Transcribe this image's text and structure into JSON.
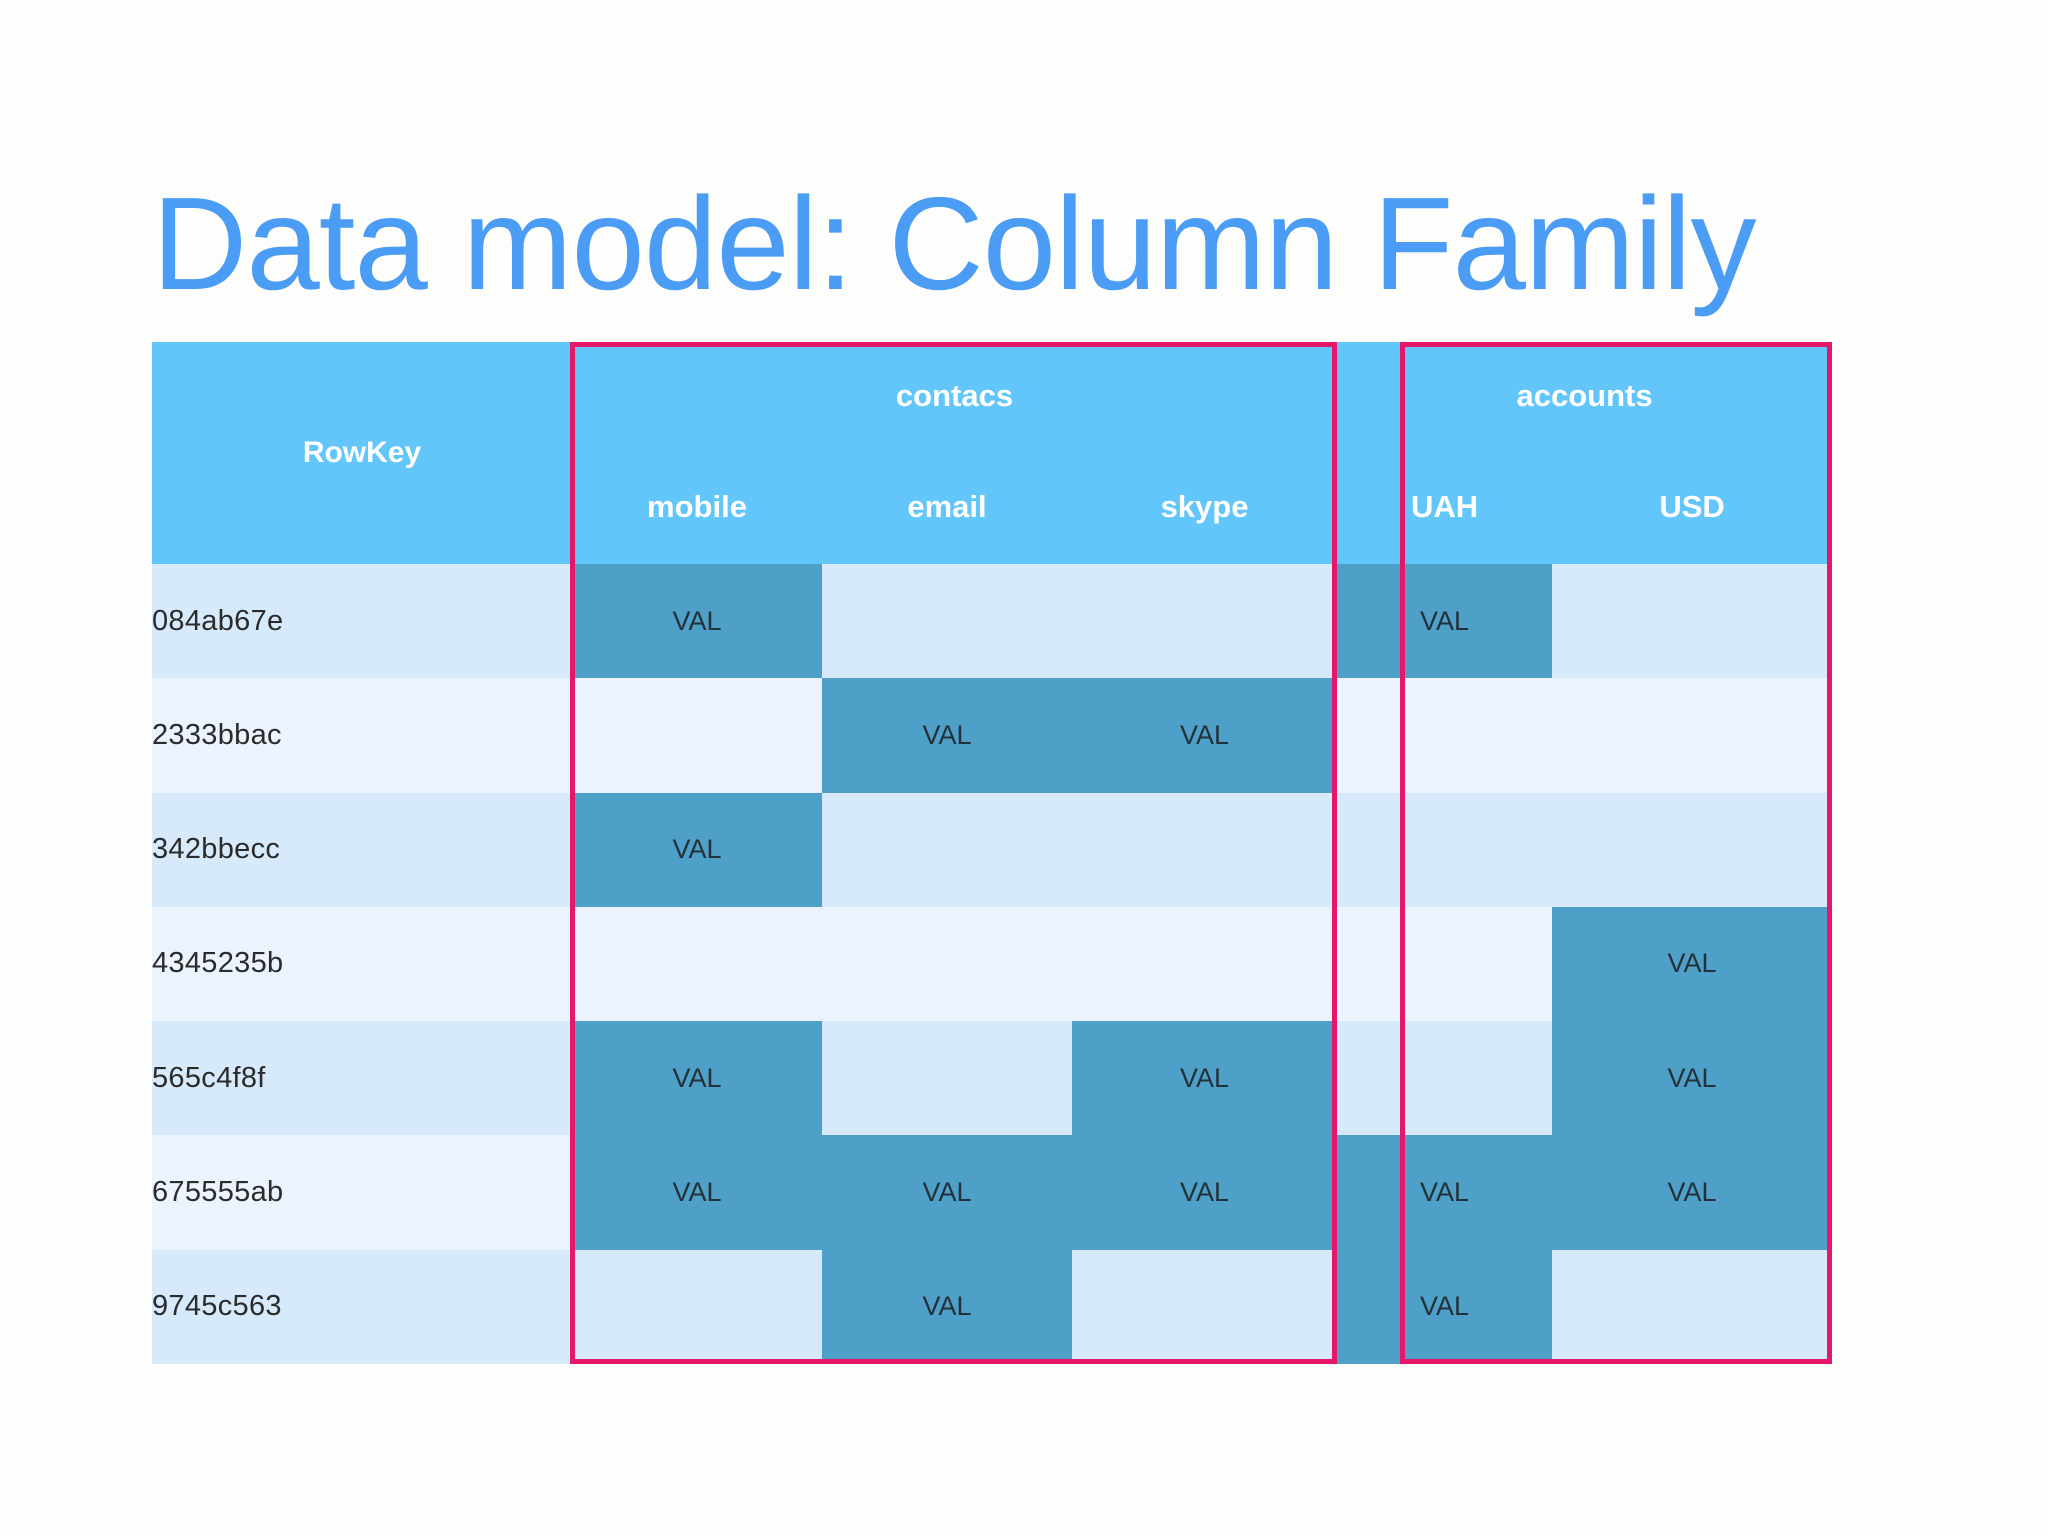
{
  "slide": {
    "title": "Data model: Column Family",
    "title_color": "#4A9CF5",
    "background_color": "#FDFDFB"
  },
  "colors": {
    "header_blue": "#62C6FA",
    "cell_filled": "#4FA0C8",
    "row_odd": "#D6EAFB",
    "row_even": "#EBF3FD",
    "family_outline": "#E6176A",
    "grid_line": "#D9D9D9",
    "header_text": "#FFFFFF",
    "body_text": "#2B2B2B"
  },
  "table": {
    "rowkey_header": "RowKey",
    "column_families": [
      {
        "name": "contacs",
        "columns": [
          "mobile",
          "email",
          "skype"
        ],
        "highlighted": true
      },
      {
        "name": "accounts",
        "columns": [
          "UAH",
          "USD"
        ],
        "highlighted": true
      }
    ],
    "columns": [
      "mobile",
      "email",
      "skype",
      "UAH",
      "USD"
    ],
    "value_label": "VAL",
    "rows": [
      {
        "rowkey": "084ab67e",
        "cells": [
          "VAL",
          "",
          "",
          "VAL",
          ""
        ]
      },
      {
        "rowkey": "2333bbac",
        "cells": [
          "",
          "VAL",
          "VAL",
          "",
          ""
        ]
      },
      {
        "rowkey": "342bbecc",
        "cells": [
          "VAL",
          "",
          "",
          "",
          ""
        ]
      },
      {
        "rowkey": "4345235b",
        "cells": [
          "",
          "",
          "",
          "",
          "VAL"
        ]
      },
      {
        "rowkey": "565c4f8f",
        "cells": [
          "VAL",
          "",
          "VAL",
          "",
          "VAL"
        ]
      },
      {
        "rowkey": "675555ab",
        "cells": [
          "VAL",
          "VAL",
          "VAL",
          "VAL",
          "VAL"
        ]
      },
      {
        "rowkey": "9745c563",
        "cells": [
          "",
          "VAL",
          "",
          "VAL",
          ""
        ]
      }
    ]
  }
}
